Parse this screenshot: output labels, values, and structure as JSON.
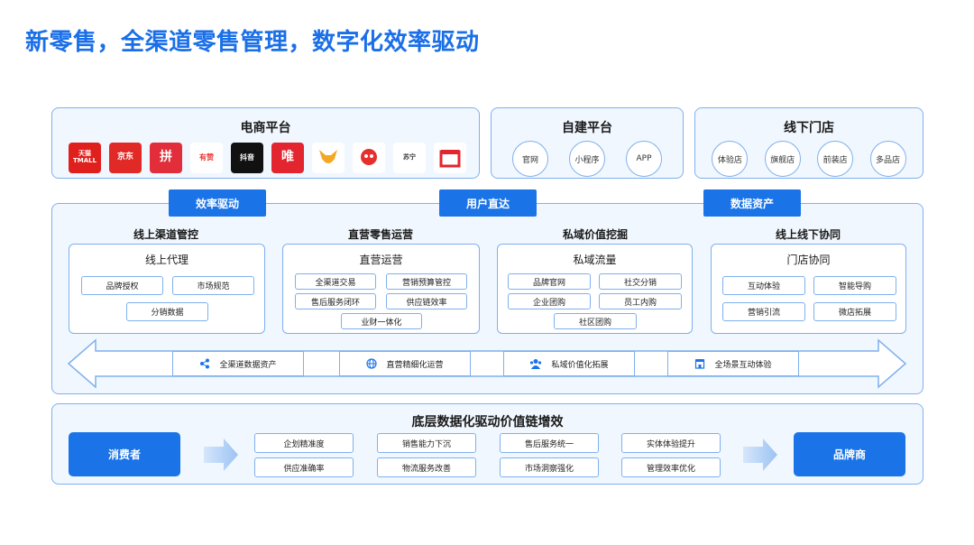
{
  "title": "新零售，全渠道零售管理，数字化效率驱动",
  "top": {
    "ecommerce": {
      "title": "电商平台",
      "logos": [
        {
          "name": "tmall-logo",
          "text": "天猫\nTMALL",
          "bg": "#e0201c"
        },
        {
          "name": "jd-logo",
          "text": "京东",
          "bg": "#e12a26"
        },
        {
          "name": "pinduoduo-logo",
          "text": "拼",
          "bg": "#e22e3a"
        },
        {
          "name": "youzan-logo",
          "text": "有赞",
          "bg": "#ffffff"
        },
        {
          "name": "douyin-logo",
          "text": "抖音",
          "bg": "#111111"
        },
        {
          "name": "vipshop-logo",
          "text": "唯",
          "bg": "#e2252f"
        },
        {
          "name": "logo-7",
          "text": "",
          "bg": "#f5a623"
        },
        {
          "name": "logo-8",
          "text": "",
          "bg": "#ffffff"
        },
        {
          "name": "suning-logo",
          "text": "苏宁",
          "bg": "#ffffff"
        },
        {
          "name": "store-logo",
          "text": "",
          "bg": "#ffffff"
        }
      ]
    },
    "self_built": {
      "title": "自建平台",
      "items": [
        "官网",
        "小程序",
        "APP"
      ]
    },
    "offline": {
      "title": "线下门店",
      "items": [
        "体验店",
        "旗舰店",
        "前装店",
        "多品店"
      ]
    }
  },
  "tags": [
    "效率驱动",
    "用户直达",
    "数据资产"
  ],
  "columns": [
    {
      "title": "线上渠道管控",
      "box_title": "线上代理",
      "chips": [
        "品牌授权",
        "市场规范",
        "分销数据"
      ]
    },
    {
      "title": "直营零售运营",
      "box_title": "直营运营",
      "chips": [
        "全渠道交易",
        "营销预算管控",
        "售后服务闭环",
        "供应链效率",
        "业财一体化"
      ]
    },
    {
      "title": "私域价值挖掘",
      "box_title": "私域流量",
      "chips": [
        "品牌官网",
        "社交分销",
        "企业团购",
        "员工内购",
        "社区团购"
      ]
    },
    {
      "title": "线上线下协同",
      "box_title": "门店协同",
      "chips": [
        "互动体验",
        "智能导购",
        "营销引流",
        "微店拓展"
      ]
    }
  ],
  "arrow_items": [
    {
      "icon": "share-icon",
      "label": "全渠道数据资产"
    },
    {
      "icon": "globe-icon",
      "label": "直营精细化运营"
    },
    {
      "icon": "users-icon",
      "label": "私域价值化拓展"
    },
    {
      "icon": "building-icon",
      "label": "全场景互动体验"
    }
  ],
  "bottom": {
    "title": "底层数据化驱动价值链增效",
    "left_button": "消费者",
    "right_button": "品牌商",
    "chips": [
      "企划精准度",
      "供应准确率",
      "销售能力下沉",
      "物流服务改善",
      "售后服务统一",
      "市场洞察强化",
      "实体体验提升",
      "管理效率优化"
    ]
  },
  "colors": {
    "primary": "#1a74e8",
    "border": "#7fb0ee",
    "panel_bg": "#f1f7fe",
    "title": "#1a6fe8"
  }
}
